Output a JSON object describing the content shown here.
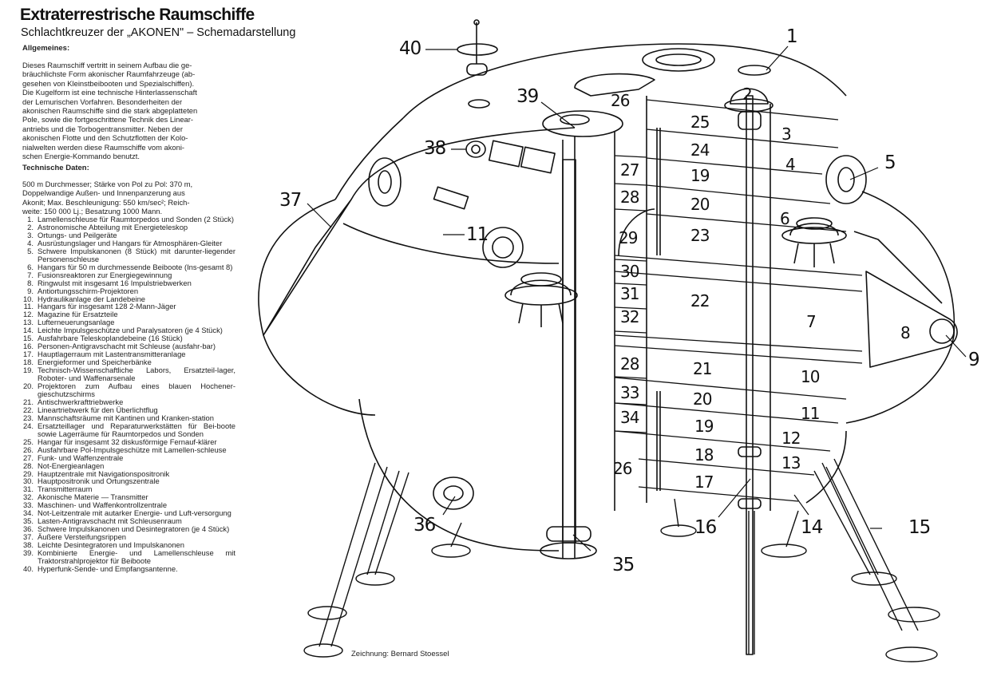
{
  "header": {
    "title": "Extraterrestrische Raumschiffe",
    "subtitle": "Schlachtkreuzer der „AKONEN\" – Schemadarstellung"
  },
  "general": {
    "heading": "Allgemeines:",
    "lines": [
      "Dieses Raumschiff vertritt in seinem Aufbau die ge-",
      "bräuchlichste Form akonischer Raumfahrzeuge (ab-",
      "gesehen von Kleinstbeibooten und Spezialschiffen).",
      "Die Kugelform ist eine technische Hinterlassenschaft",
      "der Lemurischen Vorfahren. Besonderheiten der",
      "akonischen Raumschiffe sind die stark abgeplatteten",
      "Pole, sowie die fortgeschrittene Technik des Linear-",
      "antriebs und die Torbogentransmitter. Neben der",
      "akonischen Flotte und den Schutzflotten der Kolo-",
      "nialwelten werden diese Raumschiffe vom akoni-",
      "schen Energie-Kommando benutzt."
    ]
  },
  "technical": {
    "heading": "Technische Daten:",
    "lines": [
      "500 m Durchmesser; Stärke von Pol zu Pol: 370 m,",
      "Doppelwandige Außen- und Innenpanzerung aus",
      "Akonit; Max. Beschleunigung: 550 km/sec²; Reich-",
      "weite: 150 000 Lj.; Besatzung 1000 Mann."
    ]
  },
  "legend": [
    {
      "n": "1.",
      "t": "Lamellenschleuse für Raumtorpedos und Sonden (2 Stück)"
    },
    {
      "n": "2.",
      "t": "Astronomische Abteilung mit Energieteleskop"
    },
    {
      "n": "3.",
      "t": "Ortungs- und Peilgeräte"
    },
    {
      "n": "4.",
      "t": "Ausrüstungslager und Hangars für Atmosphären-Gleiter"
    },
    {
      "n": "5.",
      "t": "Schwere Impulskanonen (8 Stück) mit darunter-liegender Personenschleuse"
    },
    {
      "n": "6.",
      "t": "Hangars für 50 m durchmessende Beiboote (Ins-gesamt 8)"
    },
    {
      "n": "7.",
      "t": "Fusionsreaktoren zur Energiegewinnung"
    },
    {
      "n": "8.",
      "t": "Ringwulst mit insgesamt 16 Impulstriebwerken"
    },
    {
      "n": "9.",
      "t": "Antiortungsschirm-Projektoren"
    },
    {
      "n": "10.",
      "t": "Hydraulikanlage der Landebeine"
    },
    {
      "n": "11.",
      "t": "Hangars für insgesamt 128 2-Mann-Jäger"
    },
    {
      "n": "12.",
      "t": "Magazine für Ersatzteile"
    },
    {
      "n": "13.",
      "t": "Lufterneuerungsanlage"
    },
    {
      "n": "14.",
      "t": "Leichte Impulsgeschütze und Paralysatoren (je 4 Stück)"
    },
    {
      "n": "15.",
      "t": "Ausfahrbare Teleskoplandebeine (16 Stück)"
    },
    {
      "n": "16.",
      "t": "Personen-Antigravschacht mit Schleuse (ausfahr-bar)"
    },
    {
      "n": "17.",
      "t": "Hauptlagerraum mit Lastentransmitteranlage"
    },
    {
      "n": "18.",
      "t": "Energieformer und Speicherbänke"
    },
    {
      "n": "19.",
      "t": "Technisch-Wissenschaftliche Labors, Ersatzteil-lager, Roboter- und Waffenarsenale"
    },
    {
      "n": "20.",
      "t": "Projektoren zum Aufbau eines blauen Hochener-gieschutzschirms"
    },
    {
      "n": "21.",
      "t": "Antischwerkrafttriebwerke"
    },
    {
      "n": "22.",
      "t": "Lineartriebwerk für den Überlichtflug"
    },
    {
      "n": "23.",
      "t": "Mannschaftsräume mit Kantinen und Kranken-station"
    },
    {
      "n": "24.",
      "t": "Ersatzteillager und Reparaturwerkstätten für Bei-boote sowie Lagerräume für Raumtorpedos und Sonden"
    },
    {
      "n": "25.",
      "t": "Hangar für insgesamt 32 diskusförmige Fernauf-klärer"
    },
    {
      "n": "26.",
      "t": "Ausfahrbare Pol-Impulsgeschütze mit Lamellen-schleuse"
    },
    {
      "n": "27.",
      "t": "Funk- und Waffenzentrale"
    },
    {
      "n": "28.",
      "t": "Not-Energieanlagen"
    },
    {
      "n": "29.",
      "t": "Hauptzentrale mit Navigationspositronik"
    },
    {
      "n": "30.",
      "t": "Hauptpositronik und Ortungszentrale"
    },
    {
      "n": "31.",
      "t": "Transmitterraum"
    },
    {
      "n": "32.",
      "t": "Akonische Materie — Transmitter"
    },
    {
      "n": "33.",
      "t": "Maschinen- und Waffenkontrollzentrale"
    },
    {
      "n": "34.",
      "t": "Not-Leitzentrale mit autarker Energie- und Luft-versorgung"
    },
    {
      "n": "35.",
      "t": "Lasten-Antigravschacht mit Schleusenraum"
    },
    {
      "n": "36.",
      "t": "Schwere Impulskanonen und Desintegratoren (je 4 Stück)"
    },
    {
      "n": "37.",
      "t": "Äußere Versteifungsrippen"
    },
    {
      "n": "38.",
      "t": "Leichte Desintegratoren und Impulskanonen"
    },
    {
      "n": "39.",
      "t": "Kombinierte Energie- und Lamellenschleuse mit Traktorstrahlprojektor für Beiboote"
    },
    {
      "n": "40.",
      "t": "Hyperfunk-Sende- und Empfangsantenne."
    }
  ],
  "diagram": {
    "callouts": {
      "c1": "1",
      "c2": "2",
      "c3": "3",
      "c4": "4",
      "c5": "5",
      "c6": "6",
      "c7": "7",
      "c8": "8",
      "c9": "9",
      "c10": "10",
      "c11a": "11",
      "c11b": "11",
      "c12": "12",
      "c13": "13",
      "c14": "14",
      "c15": "15",
      "c16": "16",
      "c17": "17",
      "c18": "18",
      "c19a": "19",
      "c19b": "19",
      "c20a": "20",
      "c20b": "20",
      "c21": "21",
      "c22": "22",
      "c23": "23",
      "c24": "24",
      "c25": "25",
      "c26a": "26",
      "c26b": "26",
      "c27": "27",
      "c28a": "28",
      "c28b": "28",
      "c29": "29",
      "c30": "30",
      "c31": "31",
      "c32": "32",
      "c33": "33",
      "c34": "34",
      "c35": "35",
      "c36": "36",
      "c37": "37",
      "c38": "38",
      "c39": "39",
      "c40": "40"
    },
    "credit": "Zeichnung: Bernard Stoessel"
  }
}
